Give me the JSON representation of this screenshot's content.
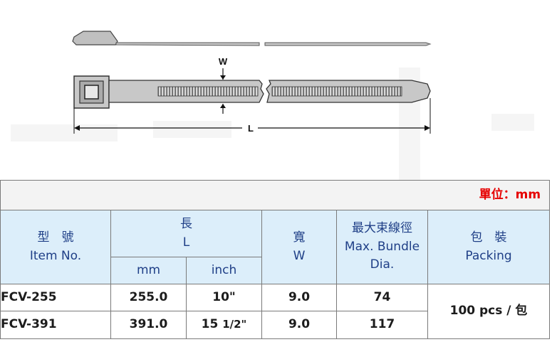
{
  "drawing": {
    "width_label": "W",
    "length_label": "L"
  },
  "table": {
    "unit_label": "單位：mm",
    "headers": {
      "model_zh": "型　號",
      "model_en": "Item No.",
      "length_zh": "長",
      "length_en": "L",
      "mm": "mm",
      "inch": "inch",
      "width_zh": "寬",
      "width_en": "W",
      "bundle_zh": "最大束線徑",
      "bundle_en_1": "Max. Bundle",
      "bundle_en_2": "Dia.",
      "packing_zh": "包　裝",
      "packing_en": "Packing"
    },
    "rows": [
      {
        "model": "FCV-255",
        "mm": "255.0",
        "inch": "10\"",
        "width": "9.0",
        "bundle": "74"
      },
      {
        "model": "FCV-391",
        "mm": "391.0",
        "inch_whole": "15",
        "inch_frac": "1/2\"",
        "width": "9.0",
        "bundle": "117"
      }
    ],
    "packing": "100 pcs / 包"
  },
  "colors": {
    "header_bg": "#dceefa",
    "header_text": "#1f3f87",
    "unit_text": "#e60000"
  }
}
